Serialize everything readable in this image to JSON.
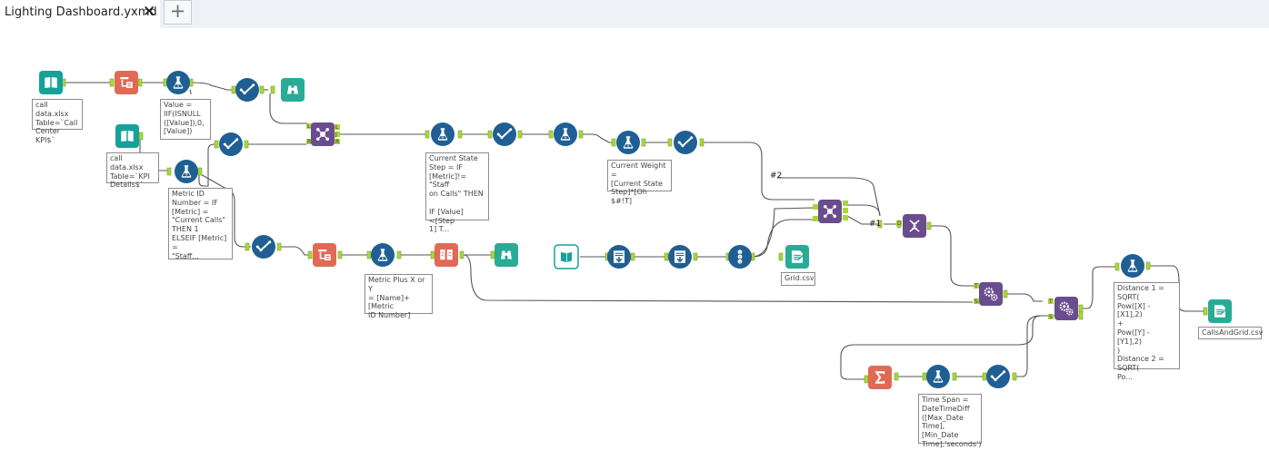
{
  "tab": {
    "title": "Lighting Dashboard.yxmd",
    "close": "✕",
    "add": "+"
  },
  "colors": {
    "input": "#14a29a",
    "parse": "#e06a55",
    "formula": "#1f5f93",
    "join": "#6a4d8e",
    "browse": "#2aab95",
    "tabbar": "#eef1f6"
  },
  "annotations": {
    "a1": "call data.xlsx\nTable=`Call\nCenter KPI$`",
    "a2": "Value =\nIIF(ISNULL\n([Value]),0,\n[Value])",
    "a3": "call data.xlsx\nTable=`KPI\nDetails$`",
    "a4": "Metric ID\nNumber = IF\n[Metric] =\n\"Current Calls\"\nTHEN 1\nELSEIF [Metric] =\n\"Staff...",
    "a5": "Current State\nStep = IF\n[Metric]!= \"Staff\non Calls\" THEN\n\nIF [Value]<[Step\n1] T...",
    "a6": "Current Weight =\n[Current State\nStep]*[Oh $#!T]",
    "a7": "Metric Plus X or Y\n= [Name]+[Metric\nID Number]",
    "a8": "Grid.csv",
    "a9": "Distance 1 =\nSQRT(\nPow([X] - [X1],2)\n+\nPow([Y] - [Y1],2)\n)\nDistance 2 =\nSQRT(\nPo...",
    "a10": "CallsAndGrid.csv",
    "a11": "Time Span =\nDateTimeDiff\n([Max_Date\nTime],[Min_Date\nTime],'seconds')"
  },
  "flow_labels": {
    "l1": "#2",
    "l2": "#1"
  },
  "anchor_letters": {
    "L": "L",
    "J": "J",
    "R": "R",
    "T": "T",
    "S": "S",
    "D": "D"
  }
}
